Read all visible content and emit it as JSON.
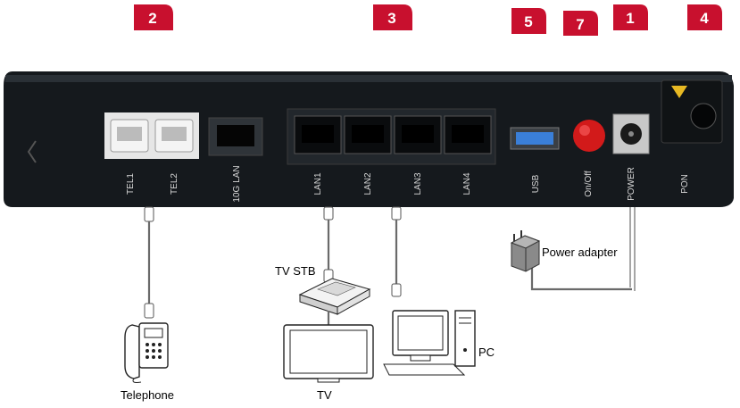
{
  "callouts": [
    "2",
    "3",
    "5",
    "7",
    "1",
    "4"
  ],
  "ports": {
    "tel1": "TEL1",
    "tel2": "TEL2",
    "lan10g": "10G LAN",
    "lan1": "LAN1",
    "lan2": "LAN2",
    "lan3": "LAN3",
    "lan4": "LAN4",
    "usb": "USB",
    "onoff": "On/Off",
    "power": "POWER",
    "pon": "PON"
  },
  "devices": {
    "telephone": "Telephone",
    "tv_stb": "TV STB",
    "tv": "TV",
    "pc": "PC",
    "power_adapter": "Power adapter"
  },
  "colors": {
    "callout": "#c8102e",
    "router_body": "#15191d",
    "onoff_button": "#d21a1a",
    "usb_port": "#3a7fd8",
    "warning": "#e8b923"
  }
}
